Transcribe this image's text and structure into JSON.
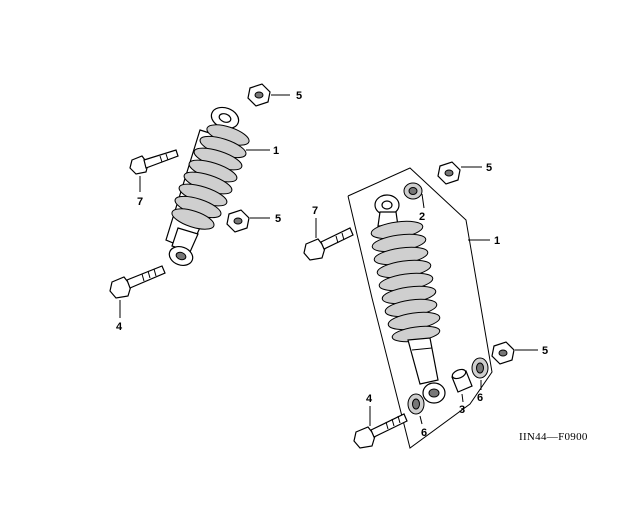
{
  "diagram_code": "IIN44—F0900",
  "callouts": {
    "left_nut_top": "5",
    "left_shock": "1",
    "left_upper_bolt": "7",
    "left_nut_mid": "5",
    "left_lower_bolt": "4",
    "right_nut_top": "5",
    "right_bushing_top": "2",
    "right_upper_bolt": "7",
    "right_shock": "1",
    "right_nut_lower": "5",
    "right_collar": "3",
    "right_dust_seal_right": "6",
    "right_lower_bolt": "4",
    "right_dust_seal_left": "6"
  },
  "colors": {
    "line": "#000000",
    "spring_shade": "#cfcfcf",
    "background": "#ffffff"
  }
}
